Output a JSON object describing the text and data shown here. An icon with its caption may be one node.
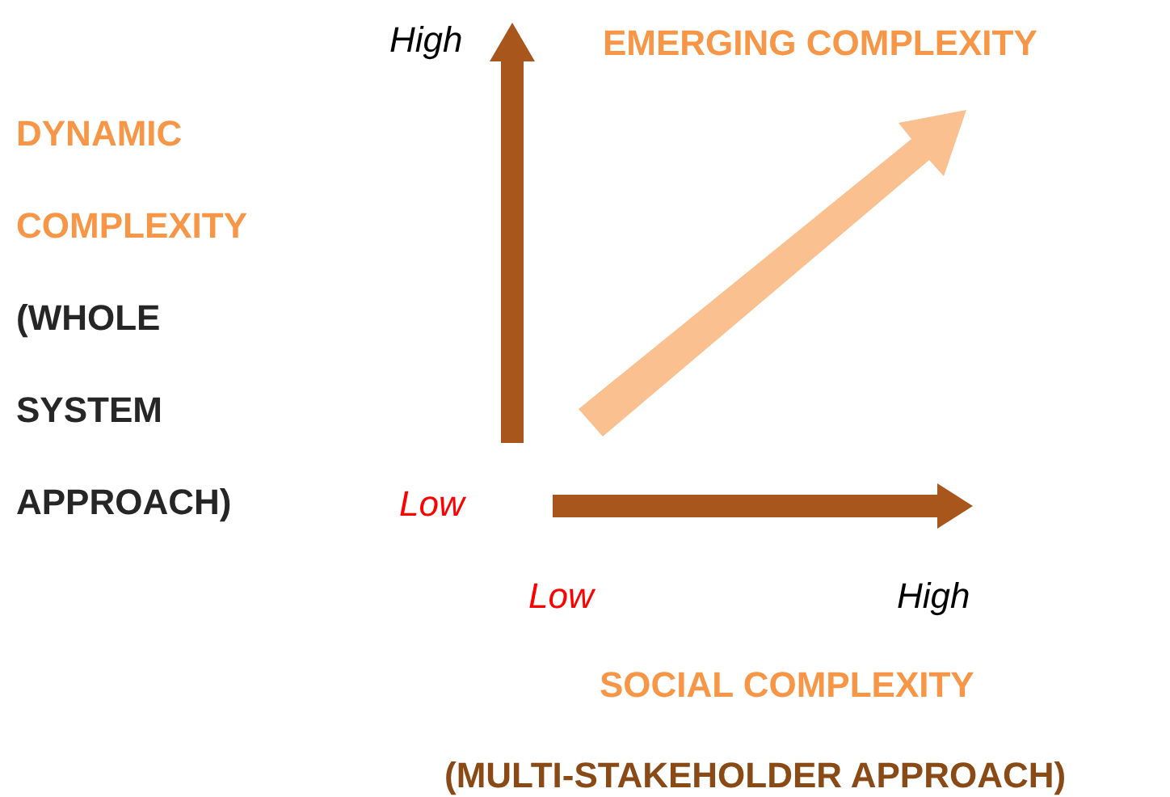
{
  "diagram": {
    "labels": [
      "High",
      "EMERGING COMPLEXITY",
      "DYNAMIC COMPLEXITY",
      "(WHOLE SYSTEM APPROACH)",
      "Low",
      "Low",
      "High",
      "SOCIAL COMPLEXITY",
      "(MULTI-STAKEHOLDER APPROACH)"
    ]
  }
}
